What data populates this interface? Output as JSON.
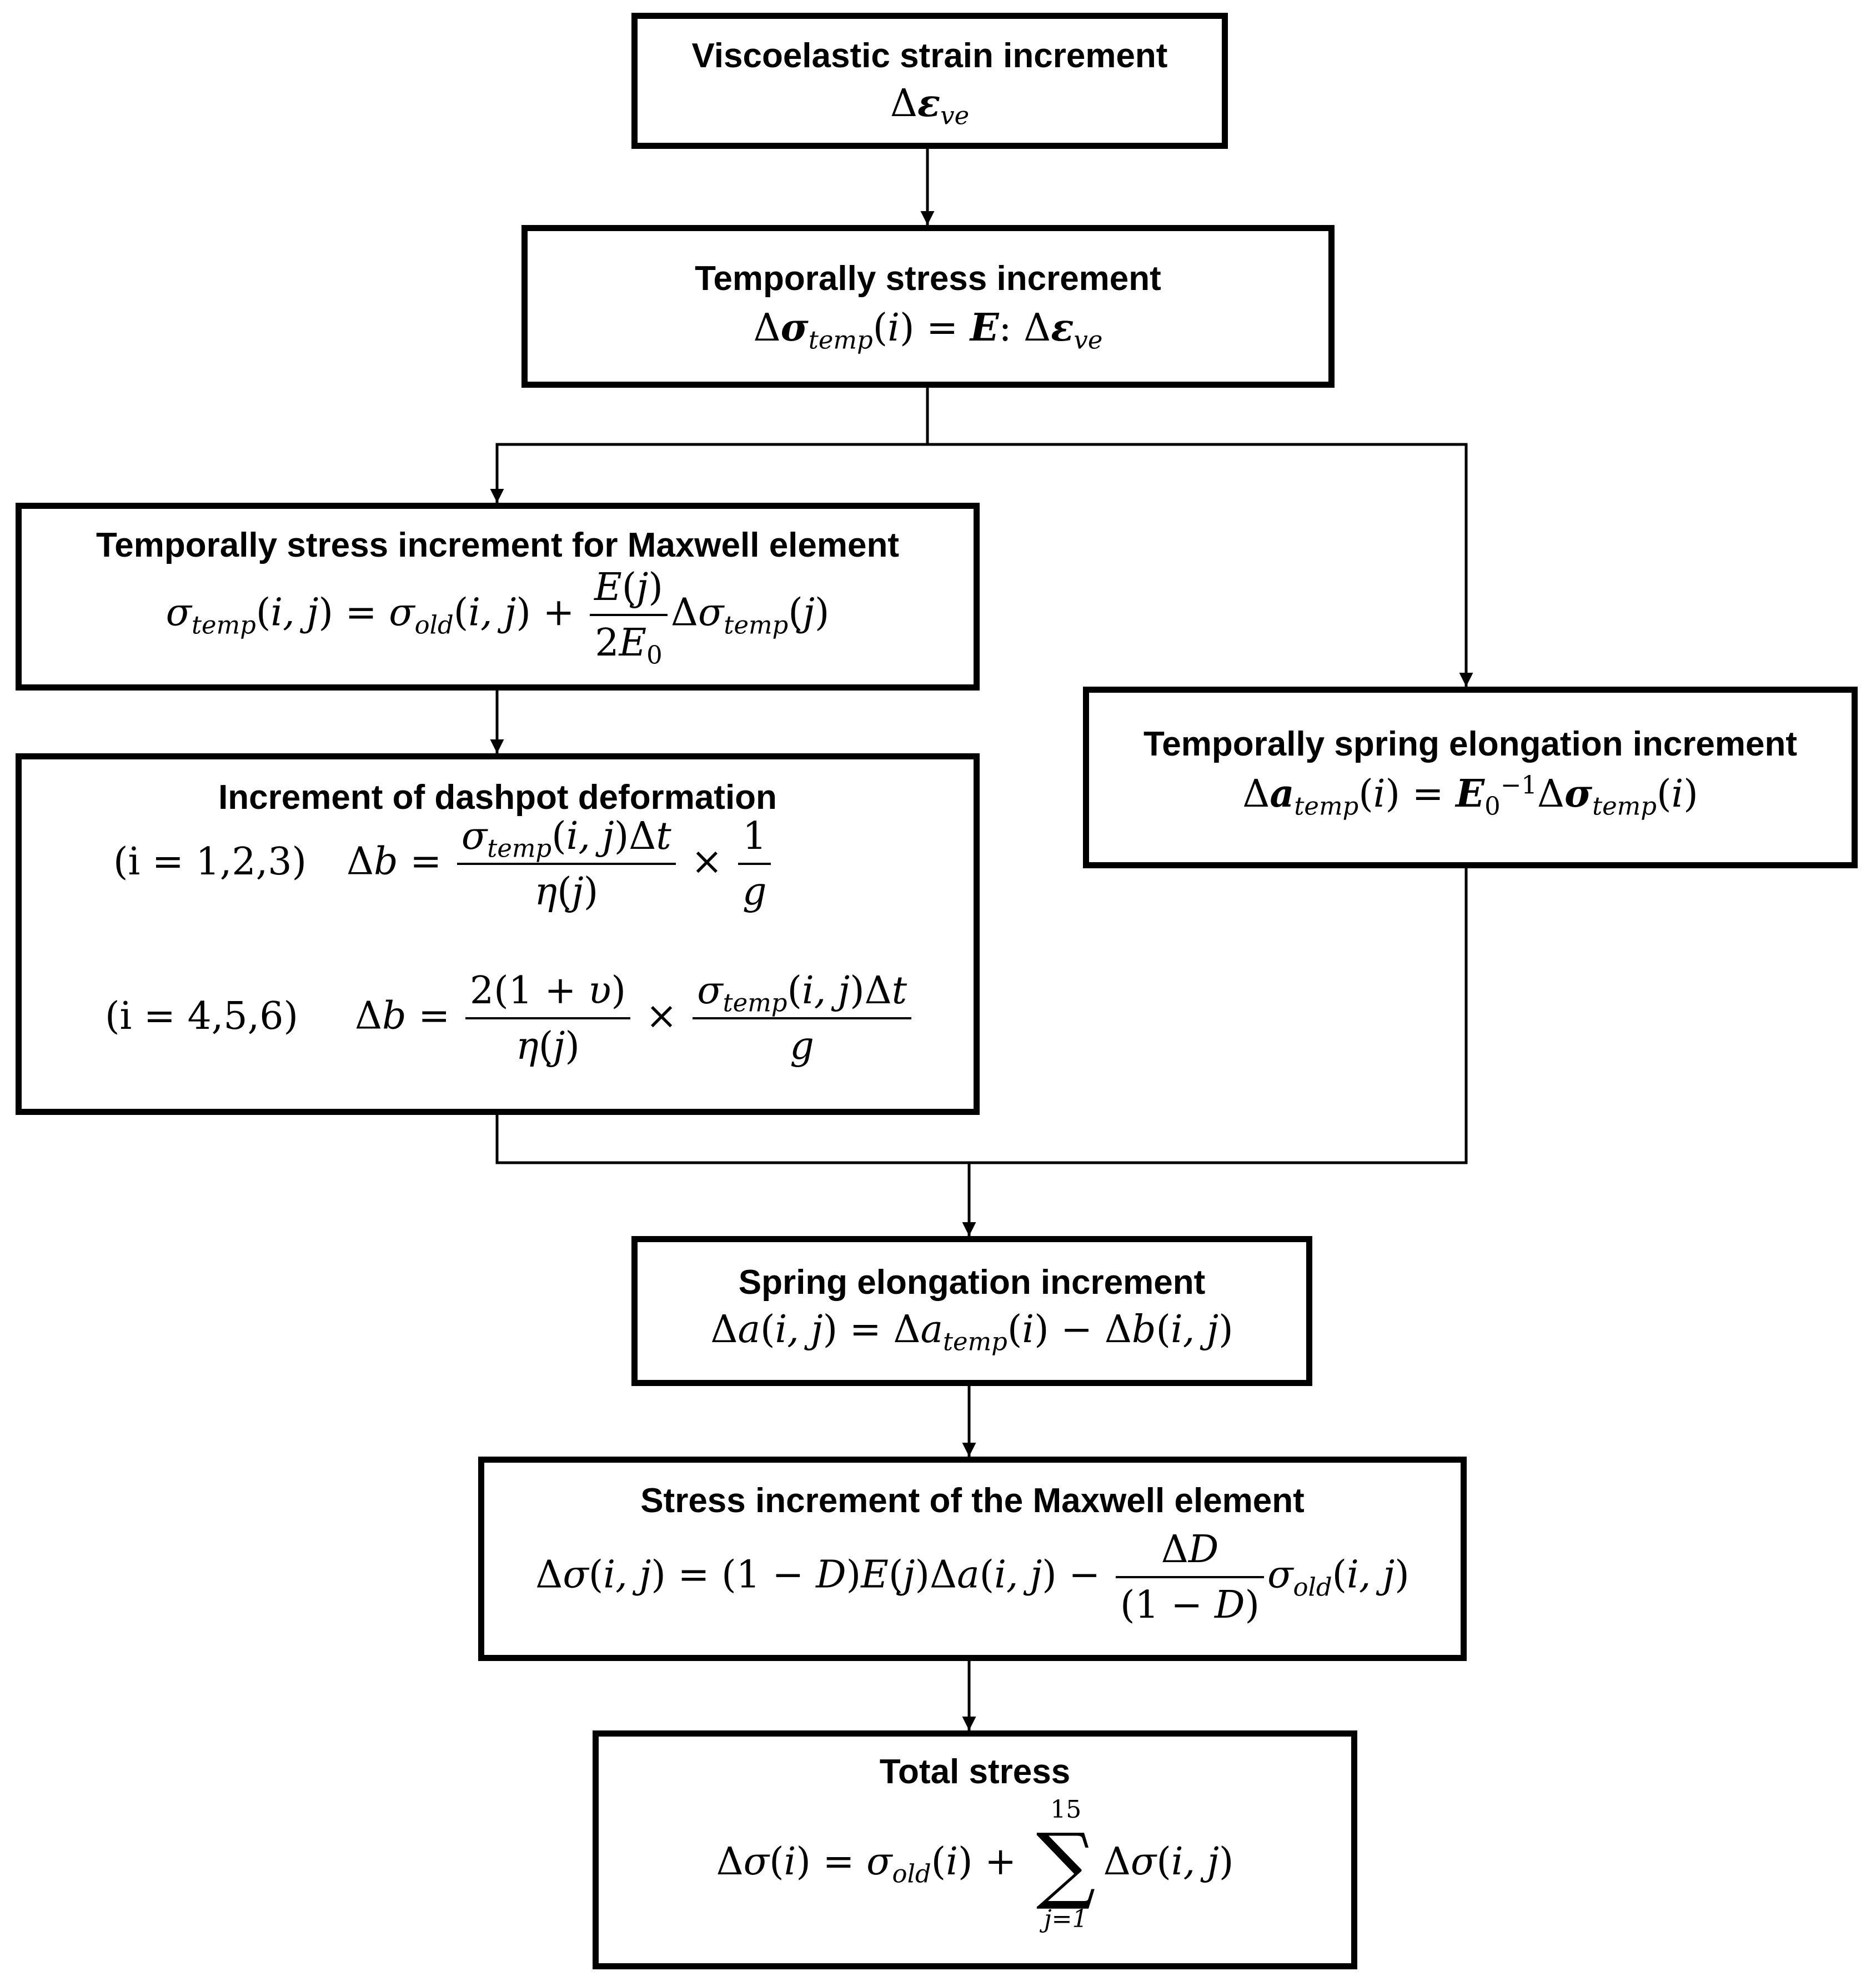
{
  "nodes": {
    "viscoelastic": {
      "title": "Viscoelastic strain increment"
    },
    "temp_stress": {
      "title": "Temporally stress increment"
    },
    "maxwell_temp": {
      "title": "Temporally stress increment for Maxwell element"
    },
    "dashpot": {
      "title": "Increment of dashpot deformation",
      "case1": "(i = 1,2,3)",
      "case2": "(i = 4,5,6)"
    },
    "spring_temp": {
      "title": "Temporally spring elongation increment"
    },
    "spring": {
      "title": "Spring elongation increment"
    },
    "maxwell_stress": {
      "title": "Stress increment of the Maxwell element"
    },
    "total": {
      "title": "Total stress",
      "sum_upper": "15",
      "sum_lower": "j=1"
    }
  },
  "edges": [
    {
      "from": "viscoelastic",
      "to": "temp_stress"
    },
    {
      "from": "temp_stress",
      "to": "maxwell_temp"
    },
    {
      "from": "temp_stress",
      "to": "spring_temp"
    },
    {
      "from": "maxwell_temp",
      "to": "dashpot"
    },
    {
      "from": "dashpot",
      "to": "spring"
    },
    {
      "from": "spring_temp",
      "to": "spring"
    },
    {
      "from": "spring",
      "to": "maxwell_stress"
    },
    {
      "from": "maxwell_stress",
      "to": "total"
    }
  ],
  "colors": {
    "stroke": "#000000",
    "background": "#ffffff"
  }
}
